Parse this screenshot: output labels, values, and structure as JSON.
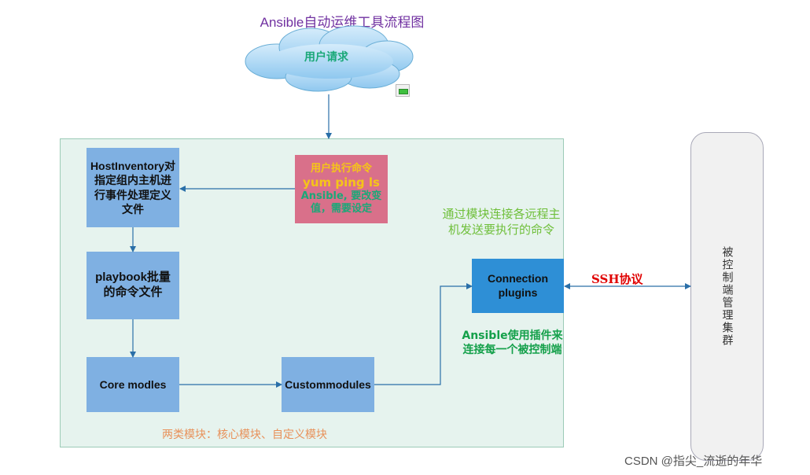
{
  "title": "Ansible自动运维工具流程图",
  "cloud": {
    "label": "用户请求"
  },
  "boxes": {
    "hostinventory": "HostInventory对指定组内主机进行事件处理定义文件",
    "playbook": "playbook批量的命令文件",
    "core_modules": "Core modles",
    "custom_modules": "Custommodules",
    "connection_plugins": "Connection plugins"
  },
  "user_command": {
    "line1": "用户执行命令",
    "line2": "yum ping ls",
    "line3": "Ansible, 要改变值，需要设定"
  },
  "notes": {
    "connect_modules": "通过模块连接各远程主机发送要执行的命令",
    "plugins_connect": "Ansible使用插件来连接每一个被控制端",
    "ssh": "SSH协议",
    "module_types": "两类模块：核心模块、自定义模块"
  },
  "cluster": {
    "label": "被控制端管理集群"
  },
  "watermark": "CSDN @指尖_流逝的年华",
  "colors": {
    "panel_bg": "#e6f3ee",
    "box": "#7fb0e2",
    "connection": "#2e8fd6",
    "user_cmd_bg": "#d9708a",
    "arrow": "#2a6fa8"
  }
}
